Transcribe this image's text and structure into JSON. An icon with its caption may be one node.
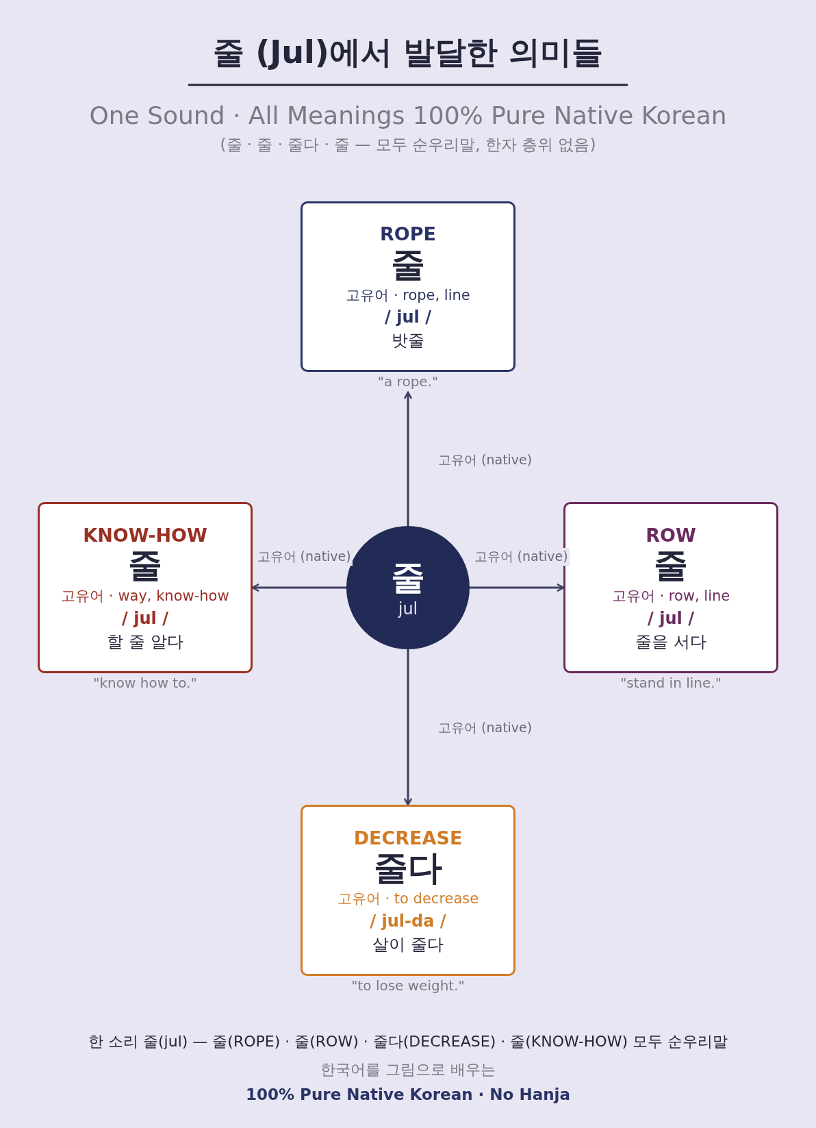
{
  "diagram": {
    "title": "줄 (Jul)에서 발달한 의미들",
    "nodes": [
      {
        "text": [
          "ROPE",
          "줄",
          "고유어 · rope, line",
          "/ jul /",
          "밧줄"
        ],
        "beside": [
          "\"a rope.\""
        ]
      },
      {
        "text": [
          "KNOW-HOW",
          "줄",
          "고유어 · way, know-how",
          "/ jul /",
          "할 줄 알다"
        ],
        "beside": [
          "\"know how to.\""
        ]
      },
      {
        "text": [
          "줄",
          "jul"
        ]
      },
      {
        "text": [
          "ROW",
          "줄",
          "고유어 · row, line",
          "/ jul /",
          "줄을 서다"
        ],
        "beside": [
          "\"stand in line.\""
        ]
      },
      {
        "text": [
          "DECREASE",
          "줄다",
          "고유어 · to decrease",
          "/ jul-da /",
          "살이 줄다"
        ],
        "beside": [
          "\"to lose weight.\""
        ]
      }
    ],
    "edges": [
      {
        "from": 2,
        "to": 0,
        "arrow": "to",
        "label": "고유어 (native)"
      },
      {
        "from": 2,
        "to": 1,
        "arrow": "to",
        "label": "고유어 (native)"
      },
      {
        "from": 2,
        "to": 3,
        "arrow": "to",
        "label": "고유어 (native)"
      },
      {
        "from": 2,
        "to": 4,
        "arrow": "to",
        "label": "고유어 (native)"
      }
    ],
    "labels": [
      "One Sound · All Meanings 100% Pure Native Korean",
      "(줄 · 줄 · 줄다 · 줄 — 모두 순우리말, 한자 층위 없음)",
      "한 소리 줄(jul) — 줄(ROPE) · 줄(ROW) · 줄다(DECREASE) · 줄(KNOW-HOW) 모두 순우리말",
      "한국어를 그림으로 배우는",
      "100% Pure Native Korean · No Hanja"
    ]
  }
}
